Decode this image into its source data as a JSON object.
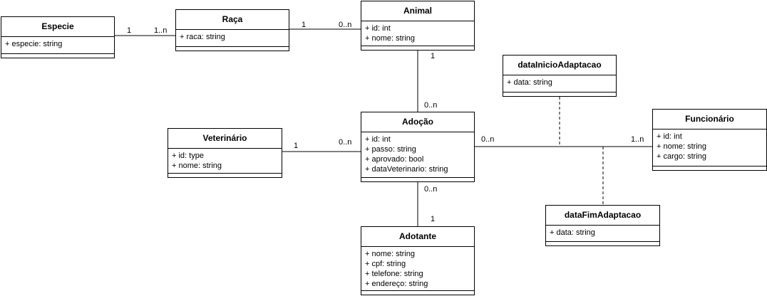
{
  "classes": {
    "especie": {
      "title": "Especie",
      "attrs": [
        "+ especie: string"
      ]
    },
    "raca": {
      "title": "Raça",
      "attrs": [
        "+ raca: string"
      ]
    },
    "animal": {
      "title": "Animal",
      "attrs": [
        "+ id: int",
        "+ nome: string"
      ]
    },
    "adocao": {
      "title": "Adoção",
      "attrs": [
        "+ id: int",
        "+ passo: string",
        "+ aprovado: bool",
        "+ dataVeterinario: string"
      ]
    },
    "veterinario": {
      "title": "Veterinário",
      "attrs": [
        "+ id: type",
        "+ nome: string"
      ]
    },
    "adotante": {
      "title": "Adotante",
      "attrs": [
        "+ nome: string",
        "+ cpf: string",
        "+ telefone: string",
        "+ endereço: string"
      ]
    },
    "funcionario": {
      "title": "Funcionário",
      "attrs": [
        "+ id: int",
        "+ nome: string",
        "+ cargo: string"
      ]
    },
    "data_inicio": {
      "title": "dataInicioAdaptacao",
      "attrs": [
        "+ data: string"
      ]
    },
    "data_fim": {
      "title": "dataFimAdaptacao",
      "attrs": [
        "+ data: string"
      ]
    }
  },
  "multiplicities": {
    "especie_raca_a": "1",
    "especie_raca_b": "1..n",
    "raca_animal_a": "1",
    "raca_animal_b": "0..n",
    "animal_adocao_a": "1",
    "animal_adocao_b": "0..n",
    "vet_adocao_a": "1",
    "vet_adocao_b": "0..n",
    "adocao_func_a": "0..n",
    "adocao_func_b": "1..n",
    "adocao_adotante_a": "0..n",
    "adocao_adotante_b": "1"
  }
}
